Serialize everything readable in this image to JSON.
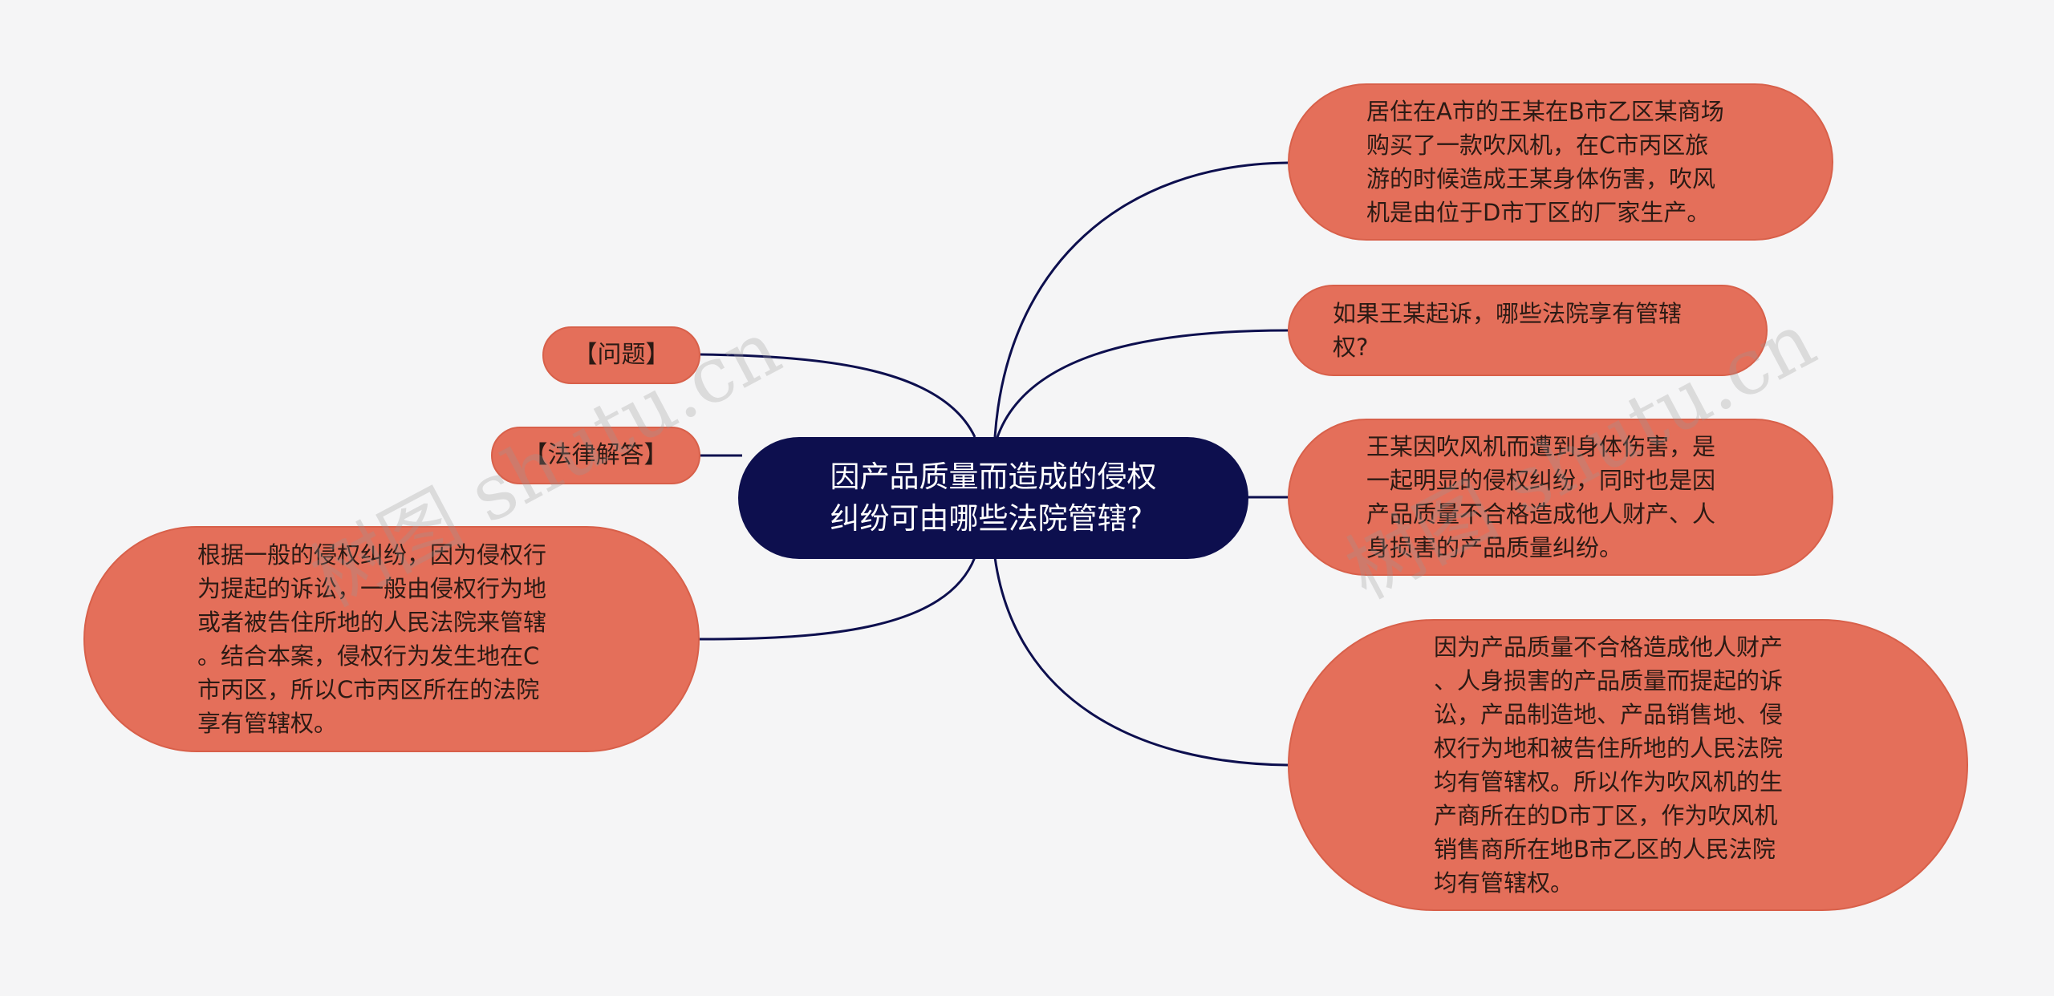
{
  "center": {
    "text": "因产品质量而造成的侵权\n纠纷可由哪些法院管辖?"
  },
  "left": {
    "question_label": "【问题】",
    "legal_answer_label": "【法律解答】",
    "answer_text": "根据一般的侵权纠纷，因为侵权行\n为提起的诉讼，一般由侵权行为地\n或者被告住所地的人民法院来管辖\n。结合本案，侵权行为发生地在C\n市丙区，所以C市丙区所在的法院\n享有管辖权。"
  },
  "right": {
    "case_text": "居住在A市的王某在B市乙区某商场\n购买了一款吹风机，在C市丙区旅\n游的时候造成王某身体伤害，吹风\n机是由位于D市丁区的厂家生产。",
    "question_text": "如果王某起诉，哪些法院享有管辖\n权?",
    "dispute_text": "王某因吹风机而遭到身体伤害，是\n一起明显的侵权纠纷，同时也是因\n产品质量不合格造成他人财产、人\n身损害的产品质量纠纷。",
    "law_text": "因为产品质量不合格造成他人财产\n、人身损害的产品质量而提起的诉\n讼，产品制造地、产品销售地、侵\n权行为地和被告住所地的人民法院\n均有管辖权。所以作为吹风机的生\n产商所在的D市丁区，作为吹风机\n销售商所在地B市乙区的人民法院\n均有管辖权。"
  },
  "watermarks": [
    "树图 shutu.cn",
    "树图 shutu.cn"
  ],
  "colors": {
    "background": "#f5f5f6",
    "center_fill": "#0d0f4e",
    "node_fill": "#e46f5a",
    "node_border": "#d8604a",
    "link": "#0d0f4e"
  }
}
